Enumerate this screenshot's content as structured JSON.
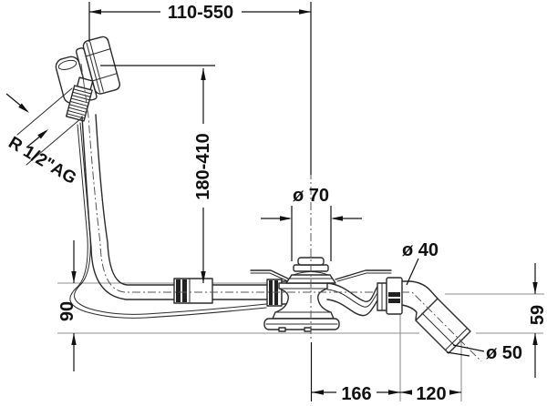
{
  "drawing": {
    "title": "bathtub waste and overflow fitting installation diagram",
    "labels": {
      "top_width": "110-550",
      "height_range": "180-410",
      "thread": "R 1/2\"AG",
      "drain_diameter": "ø 70",
      "outlet_diameter": "ø 40",
      "sleeve_diameter": "ø 50",
      "overflow_height": "90",
      "outlet_height": "59",
      "length_drain_to_elbow": "166",
      "length_elbow_to_end": "120"
    },
    "colors": {
      "background": "#ffffff",
      "drawing_line": "#2a2a2a",
      "dimension_line": "#111111",
      "reference_line": "#8f8f8f",
      "centerline": "#555555"
    }
  }
}
